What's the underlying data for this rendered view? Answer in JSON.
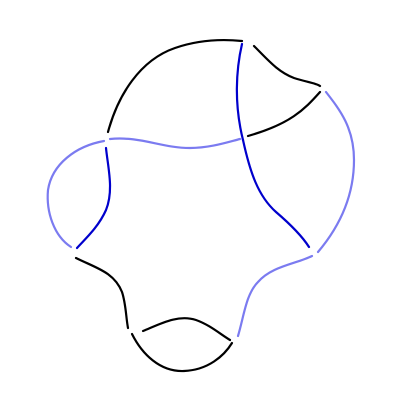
{
  "diagram": {
    "type": "knot-diagram",
    "background": "#ffffff",
    "components": [
      {
        "id": "black",
        "color": "#000000"
      },
      {
        "id": "blue",
        "color": "#0000cc"
      },
      {
        "id": "light-blue",
        "color": "#7b7bf0"
      }
    ],
    "crossing_count": 9
  }
}
